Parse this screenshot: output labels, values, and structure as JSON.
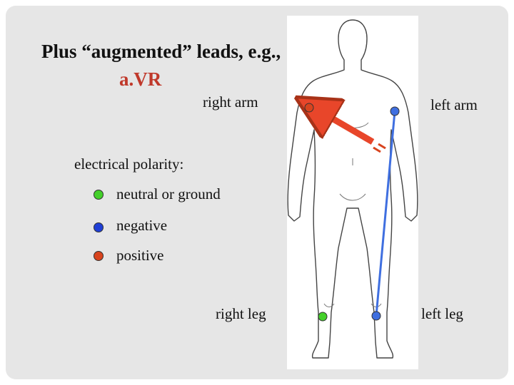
{
  "title": {
    "line1": "Plus “augmented” leads, e.g.,",
    "line2": "a.VR"
  },
  "limb_labels": {
    "right_arm": "right arm",
    "left_arm": "left arm",
    "right_leg": "right leg",
    "left_leg": "left leg"
  },
  "legend": {
    "heading": "electrical polarity:",
    "items": [
      {
        "label": "neutral or ground",
        "color": "#44d02a"
      },
      {
        "label": "negative",
        "color": "#1f3fd6"
      },
      {
        "label": "positive",
        "color": "#d8441e"
      }
    ]
  },
  "colors": {
    "accent_title": "#c0392b",
    "arrow": "#e8462a",
    "lead_line": "#3f6fe0",
    "positive_electrode": "#d8441e",
    "negative_electrode": "#3f6fe0",
    "ground_electrode": "#44d02a"
  }
}
